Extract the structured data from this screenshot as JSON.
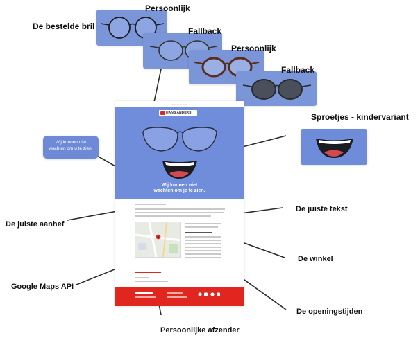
{
  "labels": {
    "ordered_frame": "De bestelde bril",
    "personal_1": "Persoonlijk",
    "fallback_1": "Fallback",
    "personal_2": "Persoonlijk",
    "fallback_2": "Fallback",
    "freckles_variant": "Sproetjes - kindervariant",
    "correct_salutation": "De juiste aanhef",
    "correct_text": "De juiste tekst",
    "the_store": "De winkel",
    "google_maps": "Google Maps API",
    "opening_hours": "De openingstijden",
    "personal_sender": "Persoonlijke afzender"
  },
  "bubble": {
    "line1": "Wij kunnen niet",
    "line2": "wachten om u te zien."
  },
  "email": {
    "brand": "HANS ANDERS",
    "hero_line1": "Wij kunnen niet",
    "hero_line2": "wachten om je te zien."
  },
  "colors": {
    "panel_blue": "#7b95d9",
    "hero_blue": "#6f8ddb",
    "brand_red": "#e0261e"
  }
}
